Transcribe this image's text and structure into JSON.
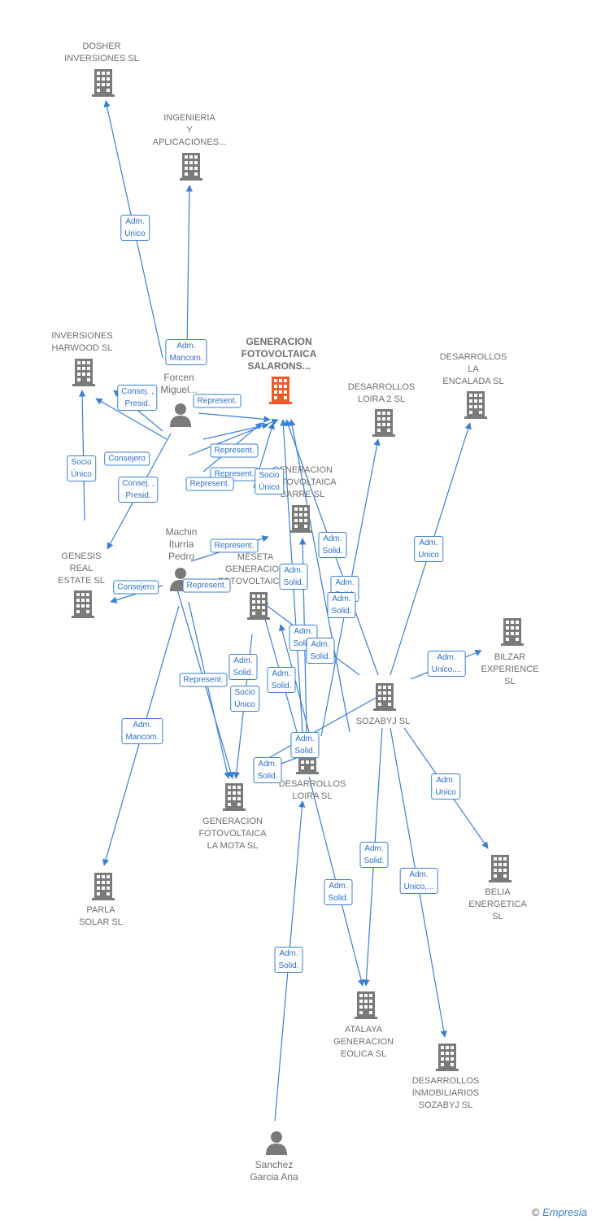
{
  "colors": {
    "edge": "#3a7fd6",
    "building": "#7a7a7a",
    "building_center": "#f05a28",
    "person": "#7a7a7a"
  },
  "nodes": [
    {
      "id": "dosher",
      "label": "DOSHER\nINVERSIONES SL",
      "icon": "building-icon"
    },
    {
      "id": "ingenieria",
      "label": "INGENIERIA\nY\nAPLICACIONES...",
      "icon": "building-icon"
    },
    {
      "id": "inversiones",
      "label": "INVERSIONES\nHARWOOD  SL",
      "icon": "building-icon"
    },
    {
      "id": "salarons",
      "label": "GENERACION\nFOTOVOLTAICA\nSALARONS...",
      "icon": "building-icon",
      "focus": true
    },
    {
      "id": "loira2",
      "label": "DESARROLLOS\nLOIRA 2  SL",
      "icon": "building-icon"
    },
    {
      "id": "encalada",
      "label": "DESARROLLOS\nLA\nENCALADA  SL",
      "icon": "building-icon"
    },
    {
      "id": "forcen",
      "label": "Forcen\nMiguel...",
      "icon": "person-icon"
    },
    {
      "id": "genfotob",
      "label": "GENERACION\nFOTOVOLTAICA\nBARRE  SL",
      "icon": "building-icon"
    },
    {
      "id": "genesis",
      "label": "GENESIS\nREAL\nESTATE  SL",
      "icon": "building-icon"
    },
    {
      "id": "machin",
      "label": "Machin\nIturria\nPedro",
      "icon": "person-icon"
    },
    {
      "id": "meseta",
      "label": "MESETA\nGENERACION\nFOTOVOLTAICA...",
      "icon": "building-icon"
    },
    {
      "id": "bilzar",
      "label": "BILZAR\nEXPERIENCE\nSL",
      "icon": "building-icon"
    },
    {
      "id": "sozabyj",
      "label": "SOZABYJ SL",
      "icon": "building-icon"
    },
    {
      "id": "loira",
      "label": "DESARROLLOS\nLOIRA SL",
      "icon": "building-icon"
    },
    {
      "id": "lamota",
      "label": "GENERACION\nFOTOVOLTAICA\nLA MOTA  SL",
      "icon": "building-icon"
    },
    {
      "id": "parla",
      "label": "PARLA\nSOLAR SL",
      "icon": "building-icon"
    },
    {
      "id": "belia",
      "label": "BELIA\nENERGETICA\nSL",
      "icon": "building-icon"
    },
    {
      "id": "atalaya",
      "label": "ATALAYA\nGENERACION\nEOLICA  SL",
      "icon": "building-icon"
    },
    {
      "id": "inmobiliarios",
      "label": "DESARROLLOS\nINMOBILIARIOS\nSOZABYJ  SL",
      "icon": "building-icon"
    },
    {
      "id": "sanchez",
      "label": "Sanchez\nGarcia Ana",
      "icon": "person-icon"
    }
  ],
  "edge_labels": [
    "Adm.\nUnico",
    "Adm.\nMancom.",
    "Consej. ,\nPresid.",
    "Represent.",
    "Socio\nÚnico",
    "Consejero",
    "Consej. ,\nPresid.",
    "Represent.",
    "Represent.",
    "Represent.",
    "Socio\nÚnico",
    "Consejero",
    "Represent.",
    "Represent.",
    "Adm.\nSolid.",
    "Adm.\nSolid.",
    "Adm.\nUnico",
    "Adm.\nSolid.",
    "Adm.\nSolid.",
    "Adm.\nSolid.",
    "Adm.\nUnico,...",
    "Adm.\nSolid.",
    "Represent.",
    "Adm.\nSolid.",
    "Socio\nÚnico",
    "Adm.\nMancom.",
    "Adm.\nSolid.",
    "Adm.\nSolid.",
    "Adm.\nUnico",
    "Adm.\nSolid.",
    "Adm.\nSolid.",
    "Adm.\nUnico,...",
    "Adm.\nSolid.",
    "Adm.\nSolid."
  ],
  "footer": {
    "copyright": "©",
    "brand": "Empresia"
  }
}
